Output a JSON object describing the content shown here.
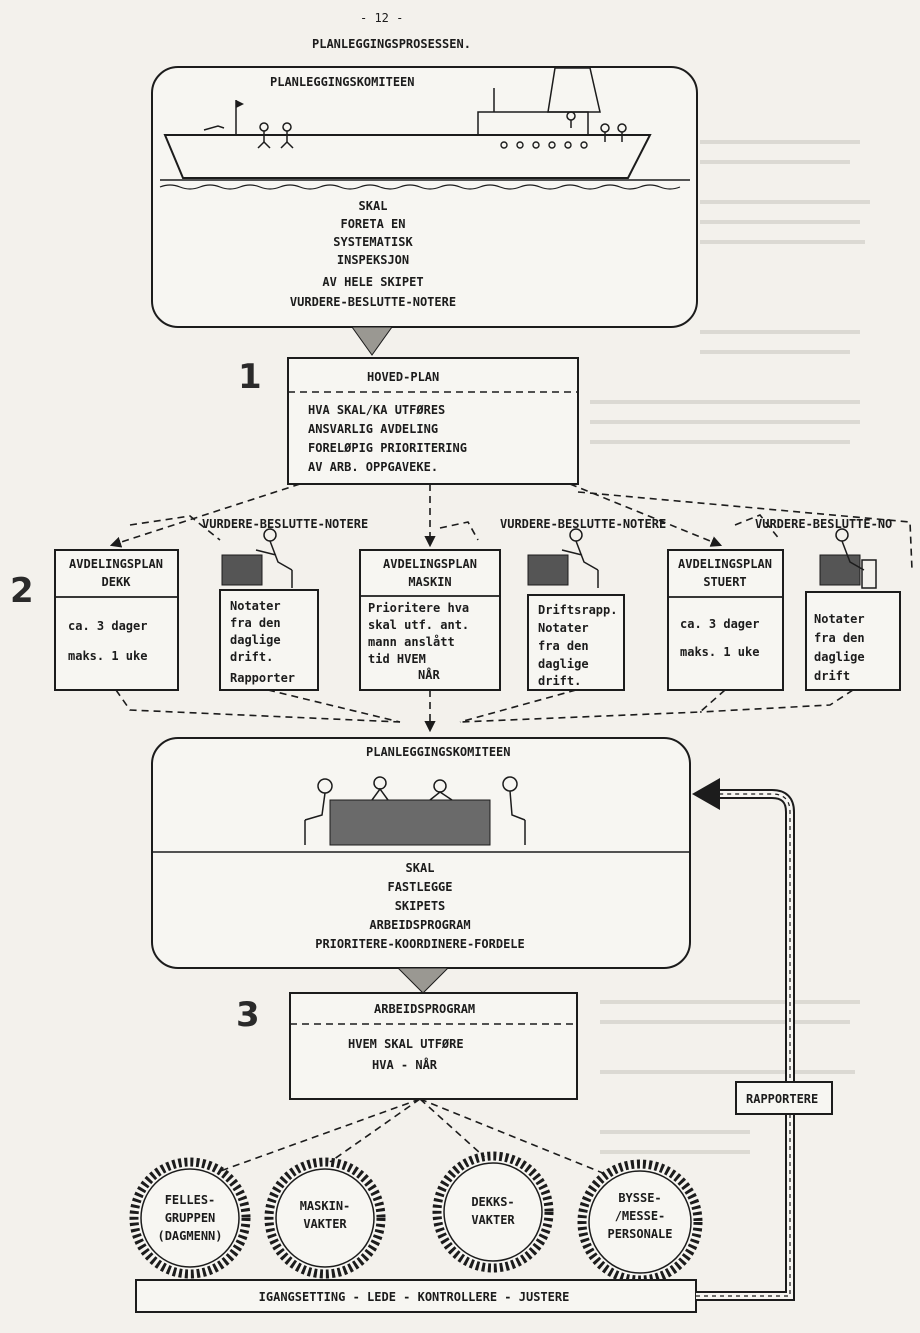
{
  "page_number": "- 12 -",
  "title": "PLANLEGGINGSPROSESSEN.",
  "committee_top": {
    "label": "PLANLEGGINGSKOMITEEN",
    "lines": [
      "SKAL",
      "FORETA EN",
      "SYSTEMATISK",
      "INSPEKSJON",
      "AV HELE SKIPET",
      "VURDERE-BESLUTTE-NOTERE"
    ]
  },
  "step_numbers": [
    "1",
    "2",
    "3"
  ],
  "main_plan": {
    "title": "HOVED-PLAN",
    "lines": [
      "HVA SKAL/KA UTFØRES",
      "ANSVARLIG AVDELING",
      "FORELØPIG PRIORITERING",
      "AV ARB. OPPGAVEKE."
    ]
  },
  "vurdere_labels": [
    "VURDERE-BESLUTTE-NOTERE",
    "VURDERE-BESLUTTE-NOTERE",
    "VURDERE-BESLUTTE-NO"
  ],
  "dept_plans": [
    {
      "title": [
        "AVDELINGSPLAN",
        "DEKK"
      ],
      "lines": [
        "ca. 3 dager",
        "maks. 1 uke"
      ]
    },
    {
      "title": [
        "AVDELINGSPLAN",
        "MASKIN"
      ],
      "lines": [
        "Prioritere hva",
        "skal utf. ant.",
        "mann anslått",
        "tid  HVEM",
        "NÅR"
      ]
    },
    {
      "title": [
        "AVDELINGSPLAN",
        "STUERT"
      ],
      "lines": [
        "ca. 3 dager",
        "maks. 1 uke"
      ]
    }
  ],
  "notes_boxes": [
    {
      "lines": [
        "Notater",
        "fra den",
        "daglige",
        "drift.",
        "Rapporter"
      ]
    },
    {
      "lines": [
        "Driftsrapp.",
        "Notater",
        "fra den",
        "daglige",
        "drift."
      ]
    },
    {
      "lines": [
        "Notater",
        "fra den",
        "daglige",
        "drift"
      ]
    }
  ],
  "committee_bottom": {
    "label": "PLANLEGGINGSKOMITEEN",
    "lines": [
      "SKAL",
      "FASTLEGGE",
      "SKIPETS",
      "ARBEIDSPROGRAM",
      "PRIORITERE-KOORDINERE-FORDELE"
    ]
  },
  "work_program": {
    "title": "ARBEIDSPROGRAM",
    "lines": [
      "HVEM SKAL UTFØRE",
      "HVA  -  NÅR"
    ]
  },
  "report_label": "RAPPORTERE",
  "groups": [
    {
      "lines": [
        "FELLES-",
        "GRUPPEN",
        "(DAGMENN)"
      ]
    },
    {
      "lines": [
        "MASKIN-",
        "VAKTER"
      ]
    },
    {
      "lines": [
        "DEKKS-",
        "VAKTER"
      ]
    },
    {
      "lines": [
        "BYSSE-",
        "/MESSE-",
        "PERSONALE"
      ]
    }
  ],
  "bottom_bar": "IGANGSETTING  -  LEDE  -  KONTROLLERE  -  JUSTERE"
}
